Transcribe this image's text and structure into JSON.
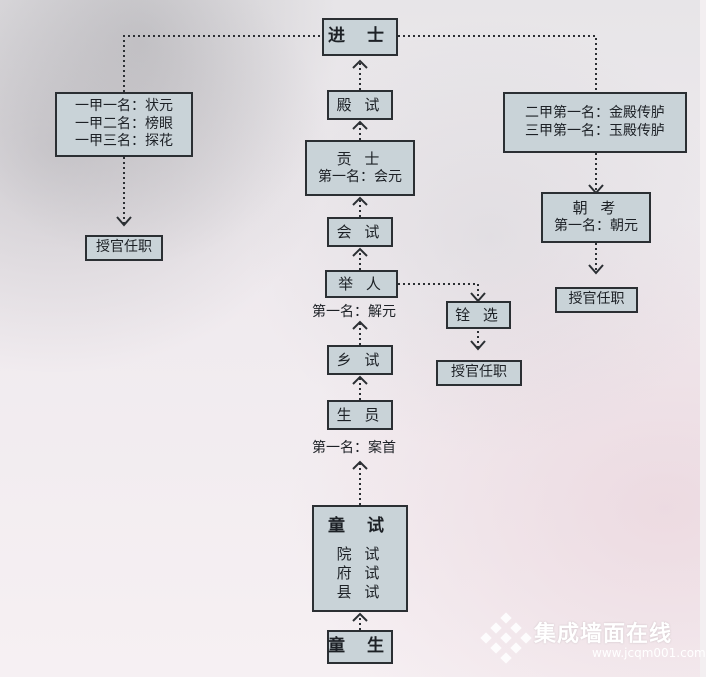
{
  "nodes": {
    "jinshi": "进 士",
    "dianshi": "殿 试",
    "gongshi": "贡 士",
    "gongshi_first": "第一名：会元",
    "huishi": "会 试",
    "juren": "举 人",
    "juren_first": "第一名：解元",
    "xiangshi": "乡 试",
    "shengyuan": "生 员",
    "shengyuan_first": "第一名：案首",
    "tongshi": "童 试",
    "tongshi_sub": [
      "院 试",
      "府 试",
      "县 试"
    ],
    "tongsheng": "童 生",
    "quanxuan": "铨 选",
    "yijia": [
      "一甲一名：状元",
      "一甲二名：榜眼",
      "一甲三名：探花"
    ],
    "erjia": [
      "二甲第一名：金殿传胪",
      "三甲第一名：玉殿传胪"
    ],
    "chaokao": "朝 考",
    "chaokao_first": "第一名：朝元",
    "appoint_left": "授官任职",
    "appoint_mid": "授官任职",
    "appoint_right": "授官任职"
  },
  "watermark": {
    "text": "集成墙面在线",
    "url": "www.jcqm001.com"
  }
}
